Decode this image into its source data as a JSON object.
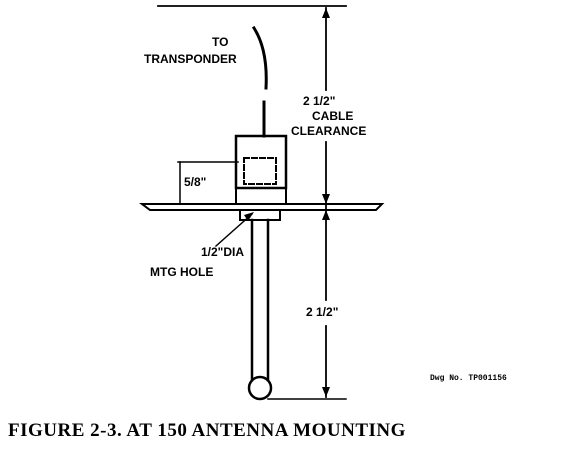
{
  "labels": {
    "to": "TO",
    "transponder": "TRANSPONDER",
    "cable_dim": "2 1/2\"",
    "cable": "CABLE",
    "clearance": "CLEARANCE",
    "five_eighths": "5/8\"",
    "half_dia": "1/2\"DIA",
    "mtg_hole": "MTG HOLE",
    "lower_dim": "2 1/2\"",
    "drawing_number": "Dwg No. TP001156"
  },
  "caption": "FIGURE 2-3. AT 150 ANTENNA MOUNTING",
  "colors": {
    "ink": "#000000",
    "paper": "#ffffff"
  }
}
